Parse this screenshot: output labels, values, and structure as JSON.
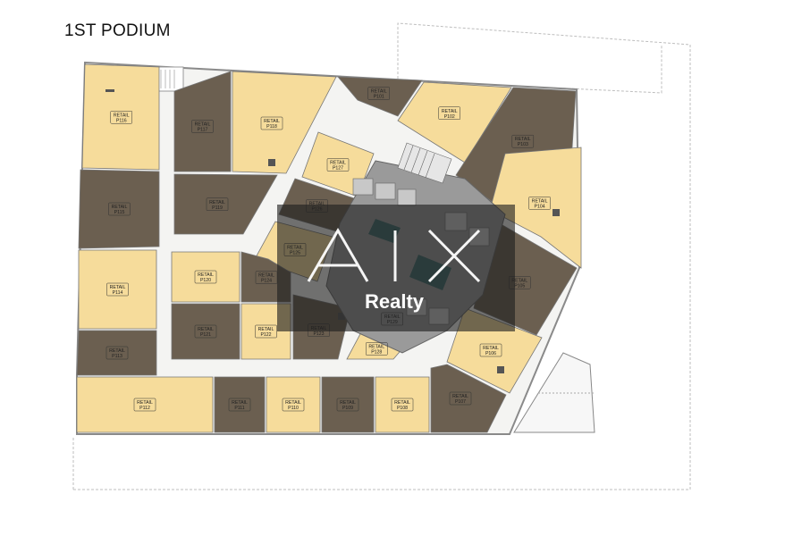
{
  "title": "1ST PODIUM",
  "colors": {
    "yellow": "#f6dc9b",
    "brown": "#6b5f50",
    "corridor": "#f4f4f2",
    "outline": "#8a8a8a",
    "overlay": "rgba(30,30,30,0.62)",
    "core": "#8f8f8f",
    "teal": "#3d6b6b"
  },
  "units": [
    {
      "id": "p116",
      "label": "RETAIL P116",
      "color": "yellow"
    },
    {
      "id": "p117",
      "label": "RETAIL P117",
      "color": "brown"
    },
    {
      "id": "p118",
      "label": "RETAIL P118",
      "color": "yellow"
    },
    {
      "id": "p101",
      "label": "RETAIL P101",
      "color": "brown"
    },
    {
      "id": "p102",
      "label": "RETAIL P102",
      "color": "yellow"
    },
    {
      "id": "p103",
      "label": "RETAIL P103",
      "color": "brown"
    },
    {
      "id": "p104",
      "label": "RETAIL P104",
      "color": "yellow"
    },
    {
      "id": "p127",
      "label": "RETAIL P127",
      "color": "yellow"
    },
    {
      "id": "p115",
      "label": "RETAIL P115",
      "color": "brown"
    },
    {
      "id": "p119",
      "label": "RETAIL P119",
      "color": "brown"
    },
    {
      "id": "p126",
      "label": "RETAIL P126",
      "color": "brown"
    },
    {
      "id": "p125",
      "label": "RETAIL P125",
      "color": "yellow"
    },
    {
      "id": "p114",
      "label": "RETAIL P114",
      "color": "yellow"
    },
    {
      "id": "p120",
      "label": "RETAIL P120",
      "color": "yellow"
    },
    {
      "id": "p124",
      "label": "RETAIL P124",
      "color": "brown"
    },
    {
      "id": "p105",
      "label": "RETAIL P105",
      "color": "brown"
    },
    {
      "id": "p113",
      "label": "RETAIL P113",
      "color": "brown"
    },
    {
      "id": "p121",
      "label": "RETAIL P121",
      "color": "brown"
    },
    {
      "id": "p122",
      "label": "RETAIL P122",
      "color": "yellow"
    },
    {
      "id": "p123",
      "label": "RETAIL P123",
      "color": "brown"
    },
    {
      "id": "p129",
      "label": "RETAIL P129",
      "color": "brown"
    },
    {
      "id": "p128",
      "label": "RETAIL P128",
      "color": "yellow"
    },
    {
      "id": "p106",
      "label": "RETAIL P106",
      "color": "yellow"
    },
    {
      "id": "p112",
      "label": "RETAIL P112",
      "color": "yellow"
    },
    {
      "id": "p111",
      "label": "RETAIL P111",
      "color": "brown"
    },
    {
      "id": "p110",
      "label": "RETAIL P110",
      "color": "yellow"
    },
    {
      "id": "p109",
      "label": "RETAIL P109",
      "color": "brown"
    },
    {
      "id": "p108",
      "label": "RETAIL P108",
      "color": "yellow"
    },
    {
      "id": "p107",
      "label": "RETAIL P107",
      "color": "brown"
    }
  ],
  "watermark": {
    "logo": "AIX",
    "brand": "Realty"
  }
}
